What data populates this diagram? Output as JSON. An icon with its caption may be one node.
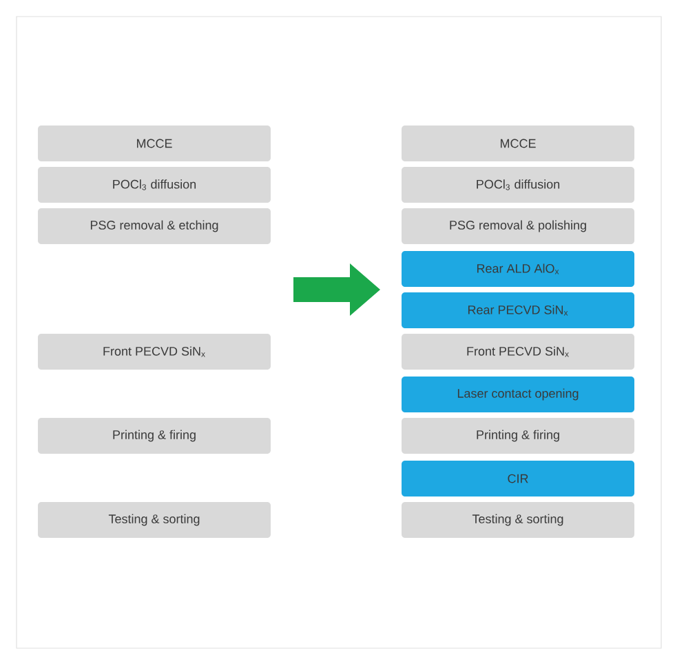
{
  "diagram": {
    "nodes": [
      {
        "text": [
          "MCCE"
        ]
      },
      {
        "text": [
          "POCl$_{3}$ diffusion"
        ]
      },
      {
        "text": [
          "PSG removal & etching"
        ]
      },
      {
        "text": [
          "Front PECVD SiN$_{x}$"
        ]
      },
      {
        "text": [
          "Printing & firing"
        ]
      },
      {
        "text": [
          "Testing & sorting"
        ]
      },
      {
        "text": [
          "MCCE"
        ]
      },
      {
        "text": [
          "POCl$_{3}$ diffusion"
        ]
      },
      {
        "text": [
          "PSG removal & polishing"
        ]
      },
      {
        "text": [
          "Rear ALD AlO$_{x}$"
        ]
      },
      {
        "text": [
          "Rear PECVD SiN$_{x}$"
        ]
      },
      {
        "text": [
          "Front PECVD SiN$_{x}$"
        ]
      },
      {
        "text": [
          "Laser contact opening"
        ]
      },
      {
        "text": [
          "Printing & firing"
        ]
      },
      {
        "text": [
          "CIR"
        ]
      },
      {
        "text": [
          "Testing & sorting"
        ]
      }
    ]
  }
}
